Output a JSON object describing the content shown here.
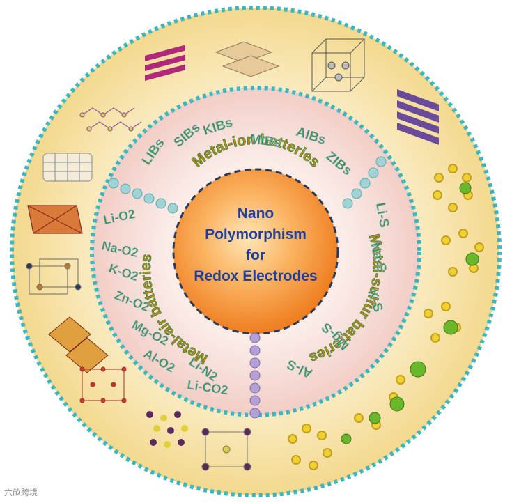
{
  "center": {
    "lines": [
      "Nano",
      "Polymorphism",
      "for",
      "Redox Electrodes"
    ]
  },
  "sectors": {
    "metal_ion": {
      "title": "Metal-ion batteries",
      "items": [
        "LIBs",
        "SIBs",
        "KIBs",
        "MIBs",
        "AIBs",
        "ZIBs"
      ]
    },
    "metal_sulfur": {
      "title": "Metal-sulfur batteries",
      "items": [
        "Li-S",
        "Na-S",
        "K-S",
        "Mg-S",
        "Al-S"
      ]
    },
    "metal_air": {
      "title": "Metal-air batteries",
      "items": [
        "Li-O2",
        "Na-O2",
        "K-O2",
        "Zn-O2",
        "Mg-O2",
        "Al-O2",
        "Li-N2",
        "Li-CO2"
      ]
    }
  },
  "watermark": "六畝跨境",
  "colors": {
    "outer_ring": "#f6e6b4",
    "dash": "#3cb7c0",
    "middle_ring": "#f7dedb",
    "core": "#f08a2c",
    "core_highlight": "#ffd9a0",
    "label_green": "#2f9a48",
    "title_gold": "#c27a14",
    "title_green_outline": "#2f8a3a",
    "center_text": "#1f3f9e",
    "divider_cyan": "#9fd3d6",
    "divider_purple": "#9d87c0"
  },
  "icons": [
    "crystal-structure-icon"
  ]
}
